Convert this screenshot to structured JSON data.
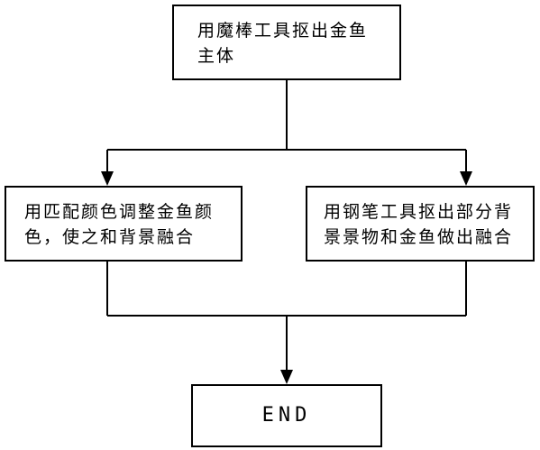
{
  "diagram": {
    "nodes": {
      "start": {
        "line1": "用魔棒工具抠出金鱼",
        "line2": "主体"
      },
      "left": {
        "line1": "用匹配颜色调整金鱼颜",
        "line2": "色，使之和背景融合"
      },
      "right": {
        "line1": "用钢笔工具抠出部分背",
        "line2": "景景物和金鱼做出融合"
      },
      "end": {
        "label": "END"
      }
    },
    "colors": {
      "stroke": "#000000",
      "background": "#ffffff"
    }
  }
}
